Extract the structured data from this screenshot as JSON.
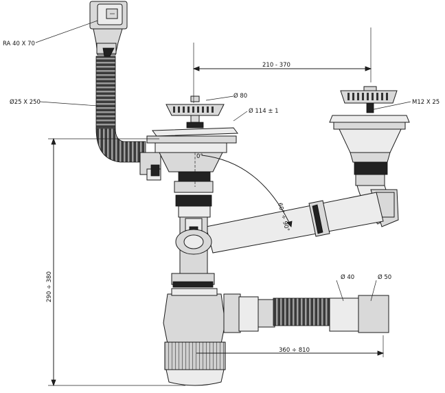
{
  "labels": {
    "overflow": "RA 40 X 70",
    "overflow_hose": "Ø25 X 250",
    "basket_diameter": "Ø 80",
    "outlet_diameter": "Ø 114 ± 1",
    "strainer_thread": "M12 X 25",
    "spacing": "210 - 370",
    "angle": "60° ÷ 90°",
    "zero_deg": "0°",
    "height": "290 ÷ 380",
    "pipe_d40": "Ø 40",
    "pipe_d50": "Ø 50",
    "reach": "360 ÷ 810"
  }
}
